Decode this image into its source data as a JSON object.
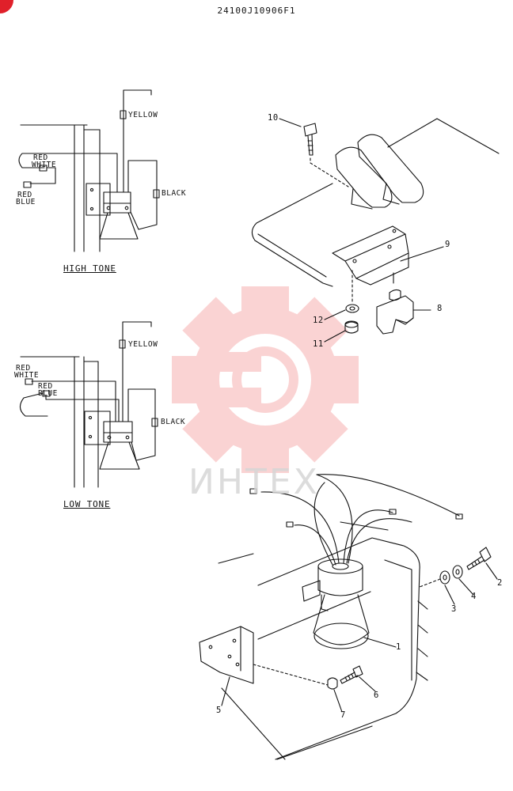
{
  "document": {
    "code": "24100J10906F1"
  },
  "high_tone": {
    "label": "HIGH TONE",
    "wires": {
      "yellow": "YELLOW",
      "red_white_1": "RED",
      "red_white_2": "WHITE",
      "red_blue_1": "RED",
      "red_blue_2": "BLUE",
      "black": "BLACK"
    }
  },
  "low_tone": {
    "label": "LOW TONE",
    "wires": {
      "yellow": "YELLOW",
      "red_white_1": "RED",
      "red_white_2": "WHITE",
      "red_blue_1": "RED",
      "red_blue_2": "BLUE",
      "black": "BLACK"
    }
  },
  "callouts": {
    "c1": "1",
    "c2": "2",
    "c3": "3",
    "c4": "4",
    "c5": "5",
    "c6": "6",
    "c7": "7",
    "c8": "8",
    "c9": "9",
    "c10": "10",
    "c11": "11",
    "c12": "12"
  },
  "watermark": {
    "text": "ИНТЕХ",
    "color": "#f27a7a"
  },
  "colors": {
    "line": "#111111",
    "corner_badge": "#e0202a"
  }
}
